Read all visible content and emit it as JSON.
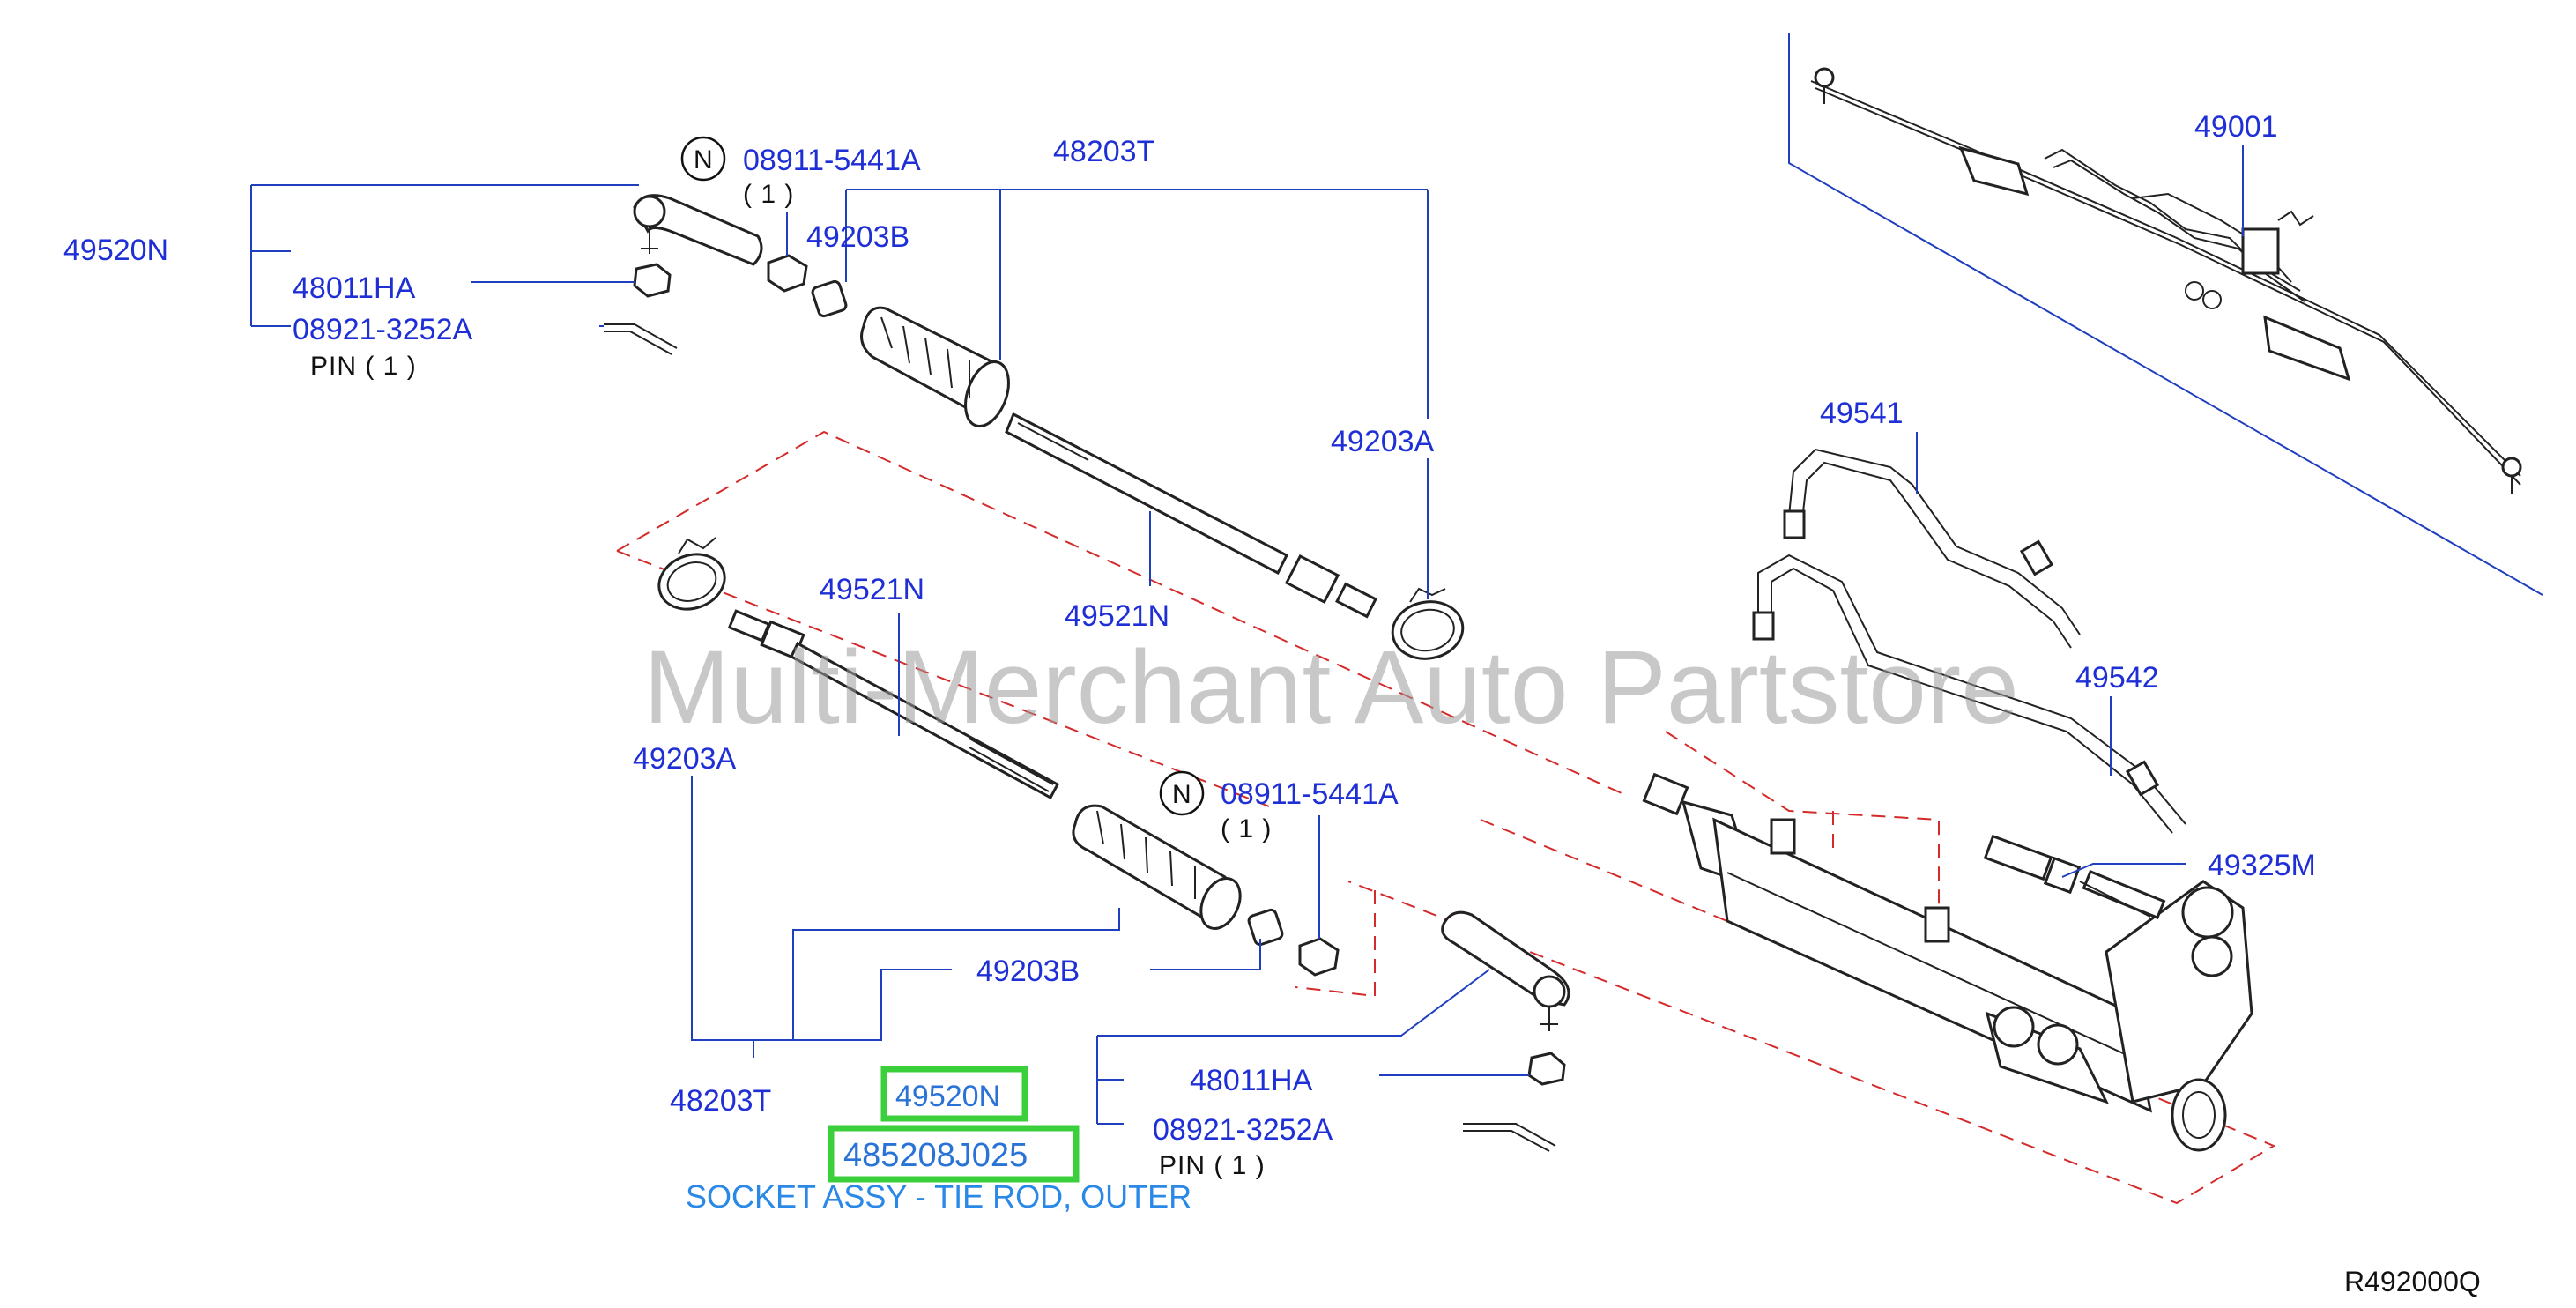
{
  "labels": {
    "p49520N_top": "49520N",
    "p48011HA_top": "48011HA",
    "p08921_top": "08921-3252A",
    "pin_top": "PIN ( 1 )",
    "n_top": "N",
    "p08911_top": "08911-5441A",
    "qty_top": "( 1 )",
    "p48203T_top": "48203T",
    "p49203B_top": "49203B",
    "p49203A_top": "49203A",
    "p49521N_mid": "49521N",
    "p49521N_low": "49521N",
    "p49203A_left": "49203A",
    "n_low": "N",
    "p08911_low": "08911-5441A",
    "qty_low": "( 1 )",
    "p49203B_low": "49203B",
    "p48203T_low": "48203T",
    "p48011HA_low": "48011HA",
    "p08921_low": "08921-3252A",
    "pin_low": "PIN ( 1 )",
    "p49541": "49541",
    "p49542": "49542",
    "p49325M": "49325M",
    "p49001": "49001"
  },
  "highlight": {
    "part_code": "49520N",
    "part_number": "485208J025",
    "description": "SOCKET ASSY - TIE ROD, OUTER"
  },
  "watermark": "Multi-Merchant Auto Partstore",
  "diagram_code": "R492000Q",
  "colors": {
    "label": "#1f2fd6",
    "highlight_border": "#3ccf3c",
    "description": "#2a88e6",
    "dashed_outline": "#d42a2a"
  }
}
